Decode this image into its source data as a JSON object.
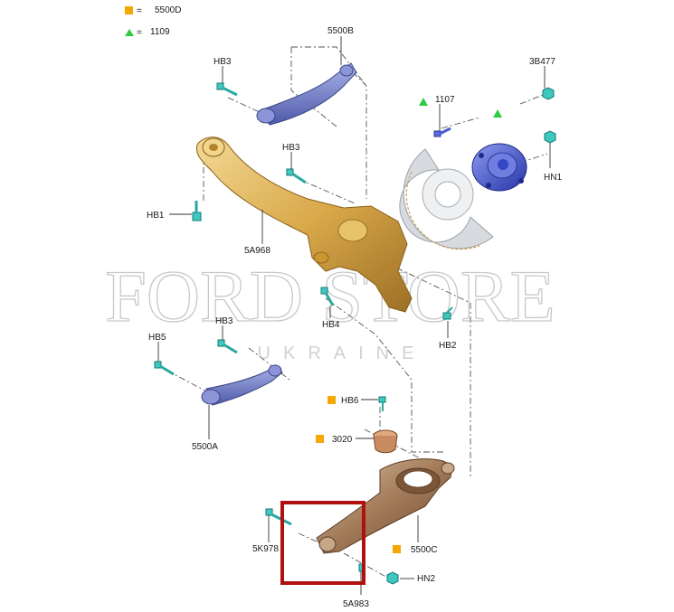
{
  "legend": {
    "square_color": "#f5a800",
    "triangle_color": "#2ecc40",
    "square_symbol": "=",
    "square_code": "5500D",
    "triangle_symbol": "=",
    "triangle_code": "1109"
  },
  "watermark": {
    "brand": "FORD STORE",
    "country": "UKRAINE"
  },
  "highlight": {
    "color": "#b01010"
  },
  "parts": {
    "upper_arm": "5500B",
    "lower_arm_front": "5500A",
    "lower_arm_rear": "5500C",
    "trailing_arm": "5A968",
    "bolt_hb3_top": "HB3",
    "bolt_hb3_mid": "HB3",
    "bolt_hb3_low": "HB3",
    "bolt_hb1": "HB1",
    "bolt_hb4": "HB4",
    "bolt_hb2": "HB2",
    "bolt_hb5": "HB5",
    "bolt_hb6": "HB6",
    "bushing_3020": "3020",
    "nut_3b477": "3B477",
    "bolt_1107": "1107",
    "nut_hn1": "HN1",
    "bolt_5k978": "5K978",
    "nut_hn2": "HN2",
    "link_5a983": "5A983"
  },
  "colors": {
    "arm_blue": "#6f7bc6",
    "knuckle_gold": "#e0b85a",
    "hub_blue": "#3a4fc8",
    "bolt_teal": "#3ec8c0",
    "lower_bronze": "#a07858",
    "bushing_orange": "#c88a60",
    "disc_grey": "#cfd3d8"
  }
}
